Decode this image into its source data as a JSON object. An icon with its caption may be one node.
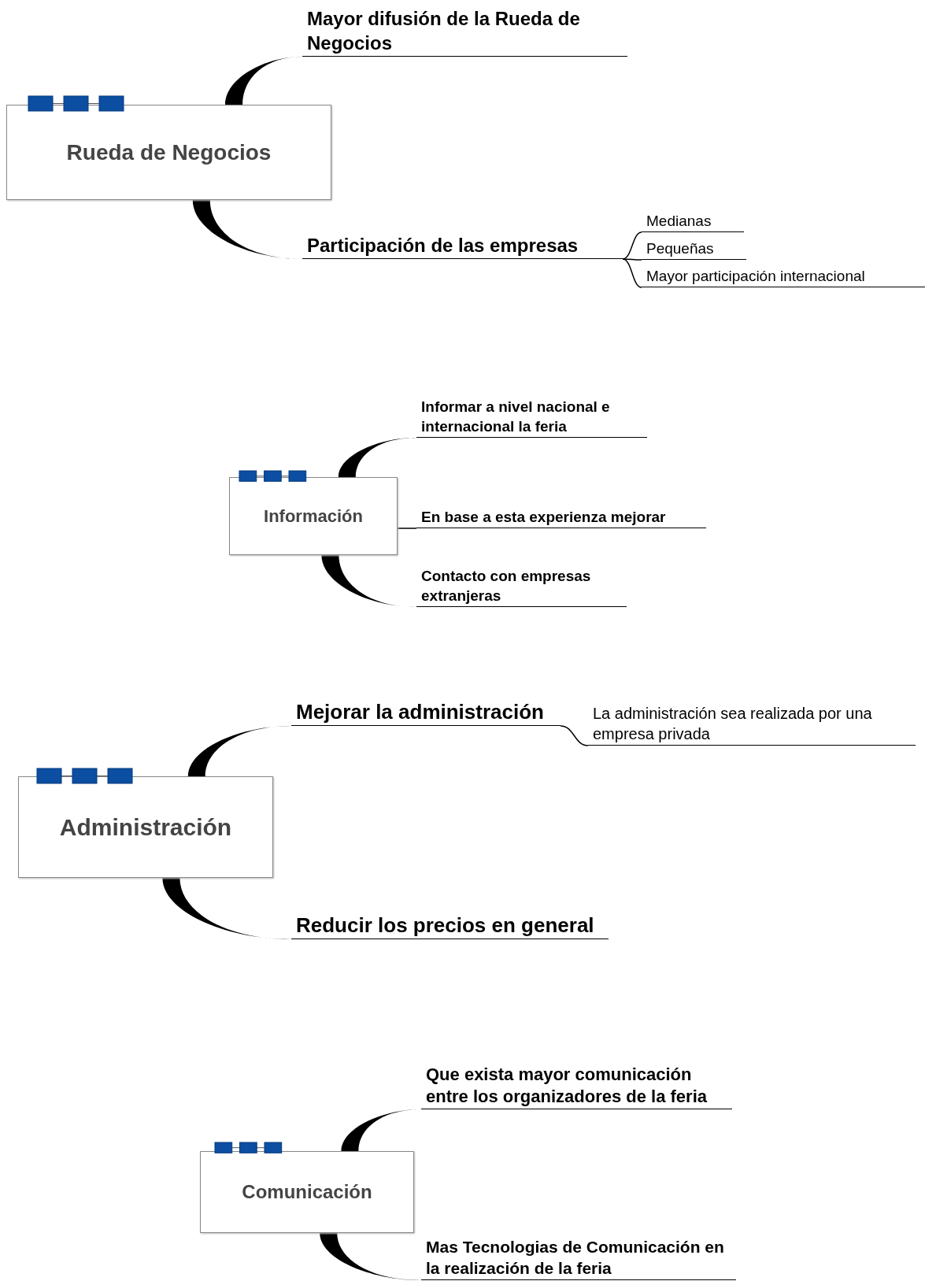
{
  "diagram": {
    "nodes": [
      {
        "text": [
          "Rueda de Negocios"
        ]
      },
      {
        "text": [
          "Mayor difusión de la Rueda de Negocios"
        ]
      },
      {
        "text": [
          "Participación de las empresas"
        ]
      },
      {
        "text": [
          "Medianas"
        ]
      },
      {
        "text": [
          "Pequeñas"
        ]
      },
      {
        "text": [
          "Mayor participación internacional"
        ]
      },
      {
        "text": [
          "Información"
        ]
      },
      {
        "text": [
          "Informar a nivel nacional e internacional la feria"
        ]
      },
      {
        "text": [
          "En base a esta experienza mejorar"
        ]
      },
      {
        "text": [
          "Contacto con empresas extranjeras"
        ]
      },
      {
        "text": [
          "Administración"
        ]
      },
      {
        "text": [
          "Mejorar la administración"
        ]
      },
      {
        "text": [
          "La administración sea realizada por una empresa privada"
        ]
      },
      {
        "text": [
          "Reducir los precios en general"
        ]
      },
      {
        "text": [
          "Comunicación"
        ]
      },
      {
        "text": [
          "Que exista mayor comunicación entre los organizadores de la feria"
        ]
      },
      {
        "text": [
          "Mas Tecnologias de Comunicación en la realización de la feria"
        ]
      }
    ],
    "edges": [
      {
        "from": 0,
        "to": 1,
        "arrow": "none",
        "style": "thick"
      },
      {
        "from": 0,
        "to": 2,
        "arrow": "none",
        "style": "thick"
      },
      {
        "from": 2,
        "to": 3,
        "arrow": "none"
      },
      {
        "from": 2,
        "to": 4,
        "arrow": "none"
      },
      {
        "from": 2,
        "to": 5,
        "arrow": "none"
      },
      {
        "from": 6,
        "to": 7,
        "arrow": "none",
        "style": "thick"
      },
      {
        "from": 6,
        "to": 8,
        "arrow": "none"
      },
      {
        "from": 6,
        "to": 9,
        "arrow": "none",
        "style": "thick"
      },
      {
        "from": 10,
        "to": 11,
        "arrow": "none",
        "style": "thick"
      },
      {
        "from": 11,
        "to": 12,
        "arrow": "none"
      },
      {
        "from": 10,
        "to": 13,
        "arrow": "none",
        "style": "thick"
      },
      {
        "from": 14,
        "to": 15,
        "arrow": "none",
        "style": "thick"
      },
      {
        "from": 14,
        "to": 16,
        "arrow": "none",
        "style": "thick"
      }
    ]
  }
}
